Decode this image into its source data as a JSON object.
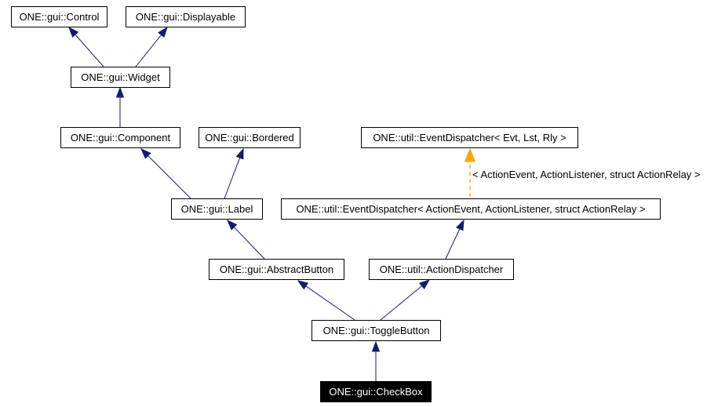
{
  "diagram": {
    "type": "class-inheritance-graph",
    "focus_node": "ONE::gui::CheckBox"
  },
  "nodes": [
    {
      "id": "control",
      "label": "ONE::gui::Control"
    },
    {
      "id": "displayable",
      "label": "ONE::gui::Displayable"
    },
    {
      "id": "widget",
      "label": "ONE::gui::Widget"
    },
    {
      "id": "component",
      "label": "ONE::gui::Component"
    },
    {
      "id": "bordered",
      "label": "ONE::gui::Bordered"
    },
    {
      "id": "event-dispatcher-template",
      "label": "ONE::util::EventDispatcher< Evt, Lst, Rly >"
    },
    {
      "id": "label",
      "label": "ONE::gui::Label"
    },
    {
      "id": "event-dispatcher-instance",
      "label": "ONE::util::EventDispatcher< ActionEvent, ActionListener, struct ActionRelay >"
    },
    {
      "id": "abstract-button",
      "label": "ONE::gui::AbstractButton"
    },
    {
      "id": "action-dispatcher",
      "label": "ONE::util::ActionDispatcher"
    },
    {
      "id": "toggle-button",
      "label": "ONE::gui::ToggleButton"
    },
    {
      "id": "check-box",
      "label": "ONE::gui::CheckBox"
    }
  ],
  "edges": [
    {
      "from": "ONE::gui::Widget",
      "to": "ONE::gui::Control",
      "type": "inheritance"
    },
    {
      "from": "ONE::gui::Widget",
      "to": "ONE::gui::Displayable",
      "type": "inheritance"
    },
    {
      "from": "ONE::gui::Component",
      "to": "ONE::gui::Widget",
      "type": "inheritance"
    },
    {
      "from": "ONE::gui::Label",
      "to": "ONE::gui::Component",
      "type": "inheritance"
    },
    {
      "from": "ONE::gui::Label",
      "to": "ONE::gui::Bordered",
      "type": "inheritance"
    },
    {
      "from": "ONE::util::EventDispatcher< ActionEvent, ActionListener, struct ActionRelay >",
      "to": "ONE::util::EventDispatcher< Evt, Lst, Rly >",
      "type": "template-instantiation",
      "label": "< ActionEvent, ActionListener, struct ActionRelay >"
    },
    {
      "from": "ONE::gui::AbstractButton",
      "to": "ONE::gui::Label",
      "type": "inheritance"
    },
    {
      "from": "ONE::util::ActionDispatcher",
      "to": "ONE::util::EventDispatcher< ActionEvent, ActionListener, struct ActionRelay >",
      "type": "inheritance"
    },
    {
      "from": "ONE::gui::ToggleButton",
      "to": "ONE::gui::AbstractButton",
      "type": "inheritance"
    },
    {
      "from": "ONE::gui::ToggleButton",
      "to": "ONE::util::ActionDispatcher",
      "type": "inheritance"
    },
    {
      "from": "ONE::gui::CheckBox",
      "to": "ONE::gui::ToggleButton",
      "type": "inheritance"
    }
  ],
  "template_edge_label": "< ActionEvent, ActionListener, struct ActionRelay >",
  "colors": {
    "inheritance_arrow": "#191970",
    "template_arrow": "#ffa500",
    "node_border": "#000000",
    "node_background": "#ffffff",
    "focus_node_background": "#000000",
    "focus_node_text": "#ffffff",
    "canvas_background": "#ffffff"
  }
}
